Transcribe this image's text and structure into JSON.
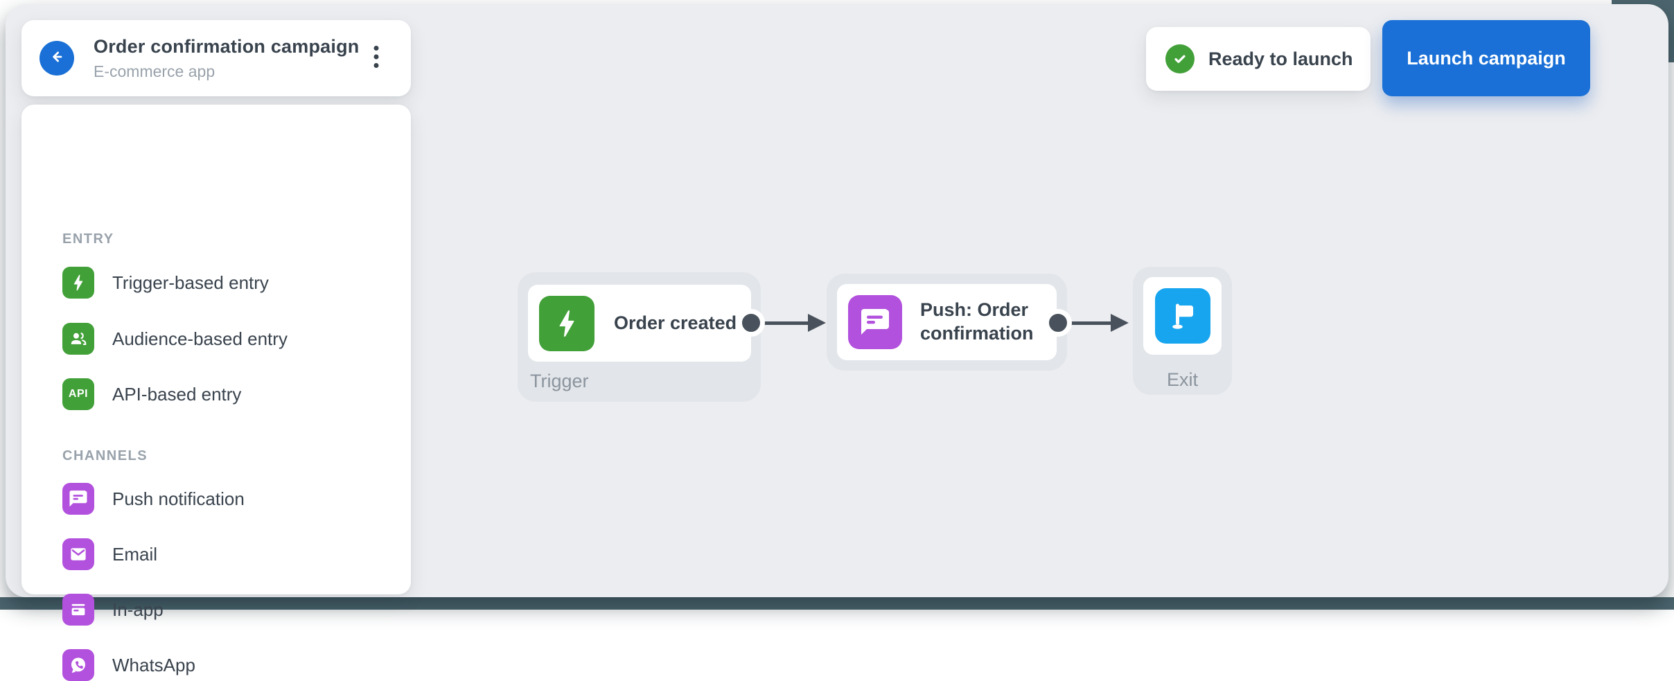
{
  "header": {
    "title": "Order confirmation campaign",
    "subtitle": "E-commerce app",
    "back_icon": "arrow-left",
    "menu_icon": "kebab-menu"
  },
  "topbar": {
    "status": {
      "label": "Ready to launch",
      "icon": "check-circle"
    },
    "launch": {
      "label": "Launch campaign"
    }
  },
  "sidebar": {
    "sections": [
      {
        "title": "ENTRY",
        "items": [
          {
            "label": "Trigger-based entry",
            "icon": "lightning-icon"
          },
          {
            "label": "Audience-based entry",
            "icon": "audience-icon"
          },
          {
            "label": "API-based entry",
            "icon": "api-icon",
            "icon_text": "API"
          }
        ]
      },
      {
        "title": "CHANNELS",
        "items": [
          {
            "label": "Push notification",
            "icon": "chat-bubble-icon"
          },
          {
            "label": "Email",
            "icon": "envelope-icon"
          },
          {
            "label": "In-app",
            "icon": "in-app-icon"
          },
          {
            "label": "WhatsApp",
            "icon": "whatsapp-icon"
          }
        ]
      }
    ]
  },
  "flow": {
    "nodes": [
      {
        "type": "trigger",
        "title": "Order created",
        "badge": "Trigger",
        "icon": "lightning-icon"
      },
      {
        "type": "action",
        "title": "Push: Order confirmation",
        "icon": "chat-bubble-icon"
      },
      {
        "type": "exit",
        "badge": "Exit",
        "icon": "flag-icon"
      }
    ],
    "connections": [
      {
        "from": "trigger",
        "to": "action"
      },
      {
        "from": "action",
        "to": "exit"
      }
    ]
  },
  "colors": {
    "blue": "#1a70d6",
    "green": "#42a038",
    "purple": "#b251dd",
    "skyblue": "#18a5ef",
    "canvas": "#ecedf0",
    "nodebg": "#e2e5e9",
    "ink": "#39434d",
    "muted": "#99a2ab",
    "faded": "#8b949e",
    "wire": "#49525c",
    "band": "#4c656e"
  }
}
